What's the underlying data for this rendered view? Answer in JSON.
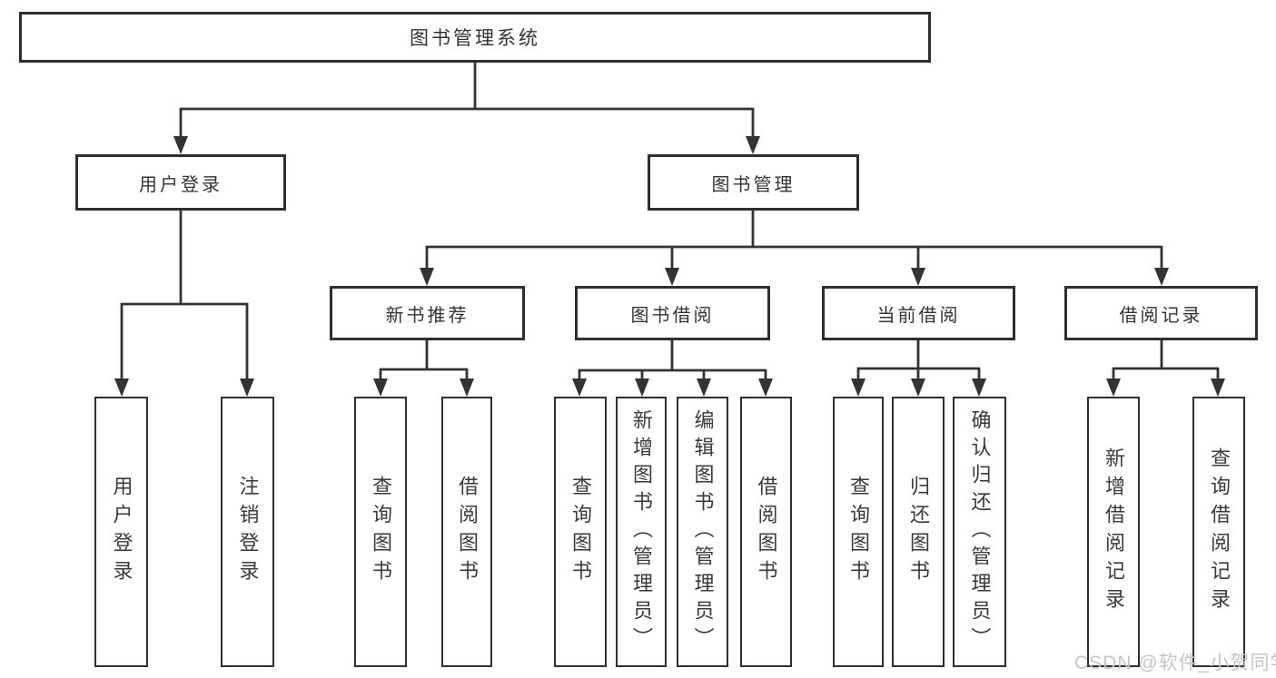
{
  "diagram": {
    "tree": {
      "label": "图书管理系统",
      "children": [
        {
          "label": "用户登录",
          "children": [
            {
              "label": "用户登录"
            },
            {
              "label": "注销登录"
            }
          ]
        },
        {
          "label": "图书管理",
          "children": [
            {
              "label": "新书推荐",
              "children": [
                {
                  "label": "查询图书"
                },
                {
                  "label": "借阅图书"
                }
              ]
            },
            {
              "label": "图书借阅",
              "children": [
                {
                  "label": "查询图书"
                },
                {
                  "label": "新增图书（管理员）"
                },
                {
                  "label": "编辑图书（管理员）"
                },
                {
                  "label": "借阅图书"
                }
              ]
            },
            {
              "label": "当前借阅",
              "children": [
                {
                  "label": "查询图书"
                },
                {
                  "label": "归还图书"
                },
                {
                  "label": "确认归还（管理员）"
                }
              ]
            },
            {
              "label": "借阅记录",
              "children": [
                {
                  "label": "新增借阅记录"
                },
                {
                  "label": "查询借阅记录"
                }
              ]
            }
          ]
        }
      ]
    }
  },
  "watermark": {
    "text": "CSDN @软件_小贺同学"
  },
  "colors": {
    "line": "#333333",
    "box_border": "#2f2f2f",
    "text": "#333333",
    "background": "#ffffff",
    "watermark": "#c8c4c4"
  }
}
